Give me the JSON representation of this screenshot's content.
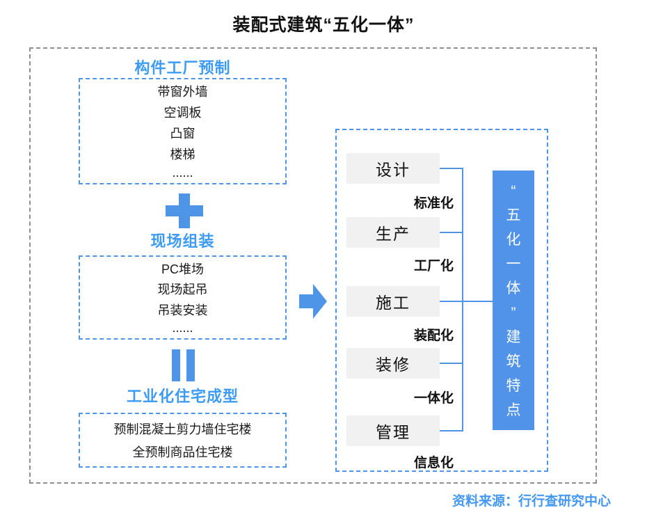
{
  "title": "装配式建筑“五化一体”",
  "left_flow": {
    "stages": [
      {
        "heading": "构件工厂预制",
        "items": [
          "带窗外墙",
          "空调板",
          "凸窗",
          "楼梯",
          "......"
        ]
      },
      {
        "heading": "现场组装",
        "items": [
          "PC堆场",
          "现场起吊",
          "吊装安装",
          "......"
        ]
      },
      {
        "heading": "工业化住宅成型",
        "items": [
          "预制混凝土剪力墙住宅楼",
          "全预制商品住宅楼"
        ]
      }
    ],
    "operators": [
      "plus",
      "equals"
    ]
  },
  "flow_connector": "arrow-right",
  "right_panel": {
    "rows": [
      {
        "stage": "设计",
        "feature": "标准化"
      },
      {
        "stage": "生产",
        "feature": "工厂化"
      },
      {
        "stage": "施工",
        "feature": "装配化"
      },
      {
        "stage": "装修",
        "feature": "一体化"
      },
      {
        "stage": "管理",
        "feature": "信息化"
      }
    ],
    "result": "“五化一体”建筑特点",
    "result_chars": [
      "“",
      "五",
      "化",
      "一",
      "体",
      "”",
      "建",
      "筑",
      "特",
      "点"
    ]
  },
  "source": "资料来源：行行查研究中心",
  "colors": {
    "accent": "#4E95E8",
    "heading_text": "#3D9BF3",
    "result_fill": "#5193E8",
    "process_fill": "#F1F1F1",
    "frame_gray": "#8F8F8F"
  }
}
